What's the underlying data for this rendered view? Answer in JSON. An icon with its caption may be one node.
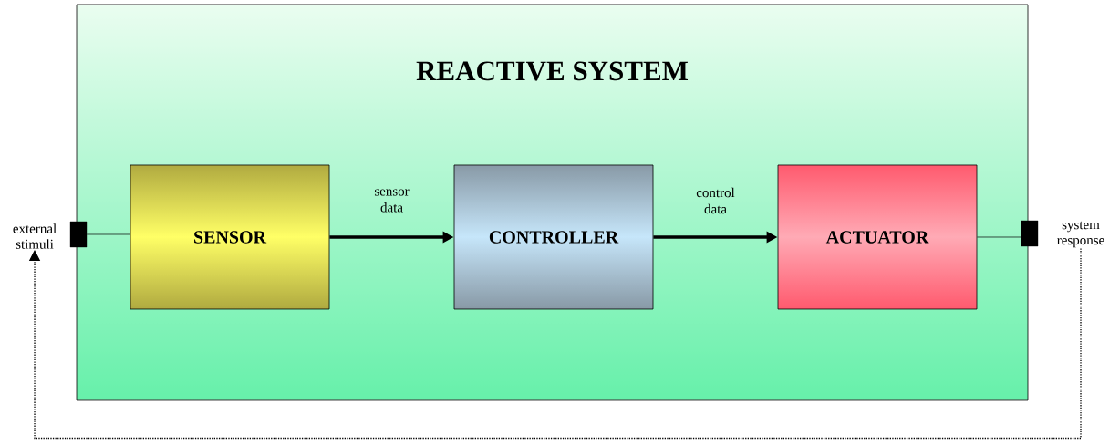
{
  "diagram": {
    "nodes": [
      {
        "text": [
          "REACTIVE SYSTEM"
        ]
      },
      {
        "text": [
          "SENSOR"
        ],
        "in": 0
      },
      {
        "text": [
          "CONTROLLER"
        ],
        "in": 0
      },
      {
        "text": [
          "ACTUATOR"
        ],
        "in": 0
      },
      {
        "text": [],
        "shape": "box"
      },
      {
        "text": [],
        "shape": "box"
      },
      {
        "text": [
          "external stimuli"
        ]
      },
      {
        "text": [
          "system response"
        ]
      }
    ],
    "edges": [
      {
        "from": 4,
        "to": 1,
        "arrow": "none"
      },
      {
        "from": 1,
        "to": 2,
        "arrow": "to",
        "label": "sensor data",
        "style": "thick"
      },
      {
        "from": 2,
        "to": 3,
        "arrow": "to",
        "label": "control data",
        "style": "thick"
      },
      {
        "from": 3,
        "to": 5,
        "arrow": "none"
      },
      {
        "from": 7,
        "to": 6,
        "arrow": "to",
        "style": "dashed"
      }
    ]
  }
}
